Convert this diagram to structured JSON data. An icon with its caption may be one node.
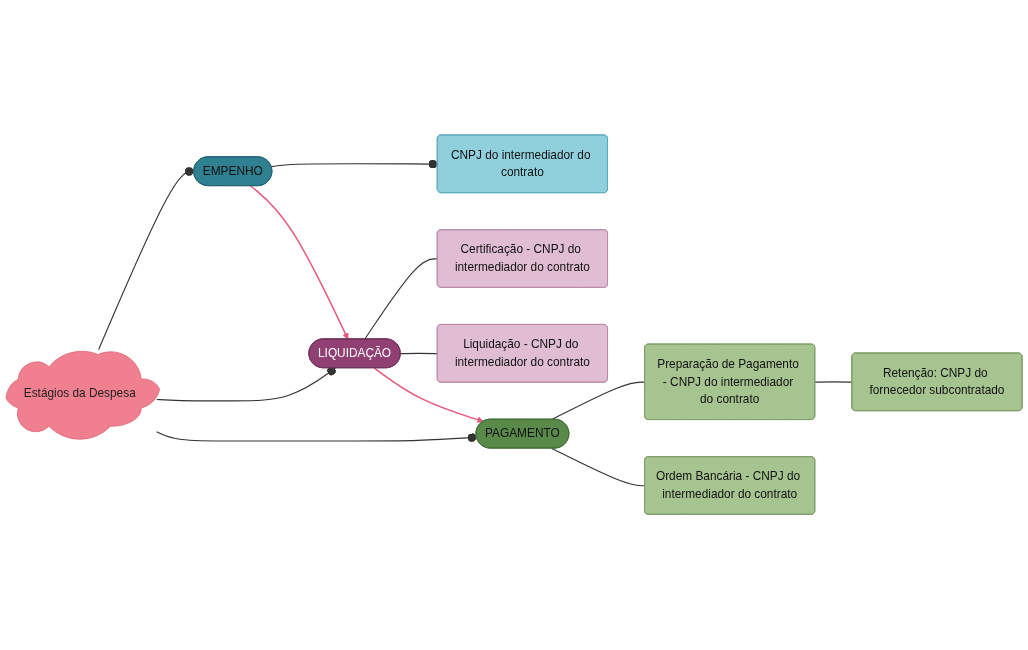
{
  "diagram": {
    "nodes": [
      {
        "text": [
          "Estágios da Despesa"
        ]
      },
      {
        "text": [
          "EMPENHO"
        ]
      },
      {
        "text": [
          "CNPJ do intermediador do contrato"
        ]
      },
      {
        "text": [
          "LIQUIDAÇÃO"
        ]
      },
      {
        "text": [
          "Certificação - CNPJ do intermediador do contrato"
        ]
      },
      {
        "text": [
          "Liquidação - CNPJ do intermediador do contrato"
        ]
      },
      {
        "text": [
          "PAGAMENTO"
        ]
      },
      {
        "text": [
          "Preparação de Pagamento - CNPJ do intermediador do contrato"
        ]
      },
      {
        "text": [
          "Retenção: CNPJ do fornecedor subcontratado"
        ]
      },
      {
        "text": [
          "Ordem Bancária - CNPJ do intermediador do contrato"
        ]
      }
    ],
    "edges": [
      {
        "from": 0,
        "to": 1,
        "arrow": "other"
      },
      {
        "from": 0,
        "to": 3,
        "arrow": "other"
      },
      {
        "from": 0,
        "to": 6,
        "arrow": "other"
      },
      {
        "from": 1,
        "to": 2,
        "arrow": "other"
      },
      {
        "from": 3,
        "to": 4,
        "arrow": "none"
      },
      {
        "from": 3,
        "to": 5,
        "arrow": "none"
      },
      {
        "from": 6,
        "to": 7,
        "arrow": "none"
      },
      {
        "from": 6,
        "to": 9,
        "arrow": "none"
      },
      {
        "from": 7,
        "to": 8,
        "arrow": "none"
      },
      {
        "from": 1,
        "to": 3,
        "arrow": "to",
        "color": "#e8577a"
      },
      {
        "from": 3,
        "to": 6,
        "arrow": "to",
        "color": "#e8577a"
      }
    ]
  }
}
